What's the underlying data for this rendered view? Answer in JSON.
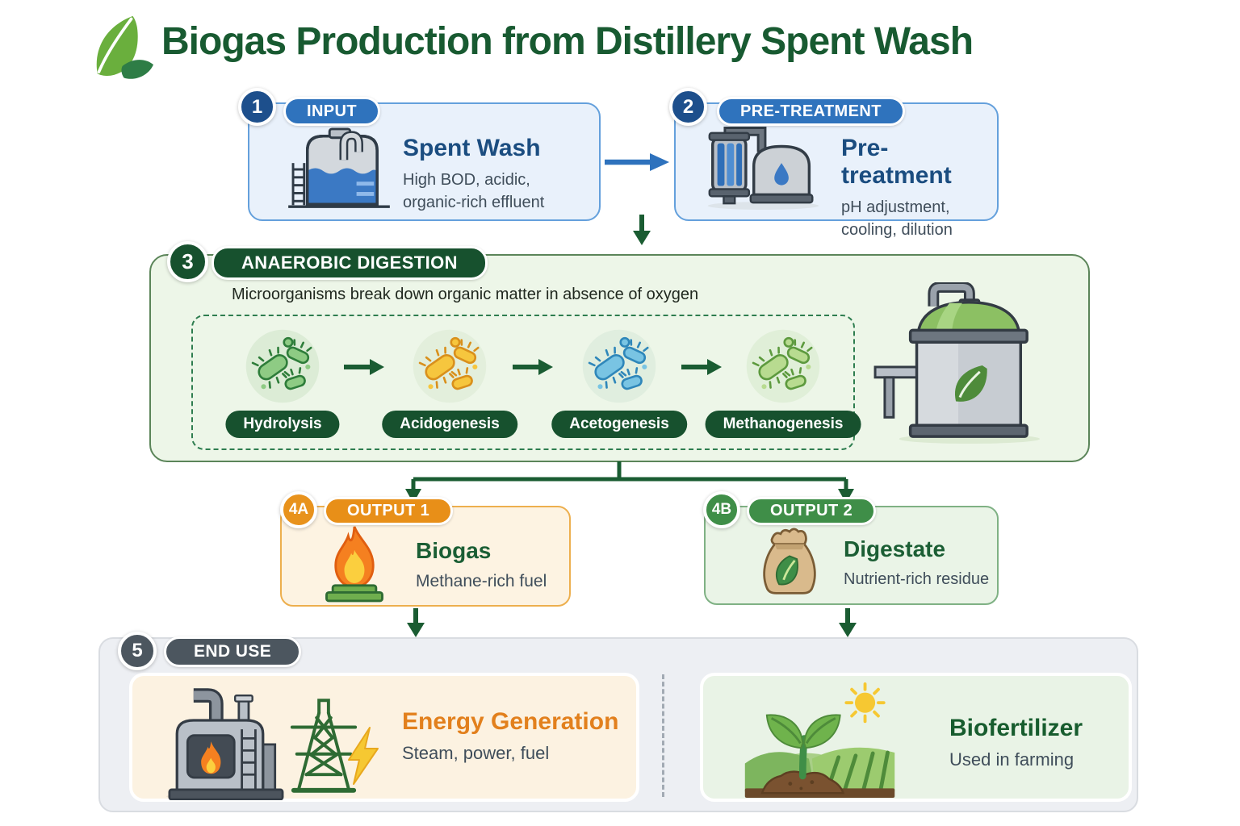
{
  "title": "Biogas Production from Distillery Spent Wash",
  "colors": {
    "title_green": "#185a31",
    "blue_accent": "#2f73bd",
    "dark_blue_circle": "#1d4f8c",
    "digestion_green": "#17512e",
    "arrow_green": "#1a5c32",
    "output1_orange": "#e8921c",
    "output2_green": "#3f8e48",
    "enduse_slate": "#4c565f",
    "energy_orange": "#e2801d"
  },
  "steps": {
    "input": {
      "number": "1",
      "badge": "INPUT",
      "heading": "Spent Wash",
      "line1": "High BOD, acidic,",
      "line2": "organic-rich effluent",
      "icon": "storage-tank-icon"
    },
    "pretreatment": {
      "number": "2",
      "badge": "PRE-TREATMENT",
      "heading": "Pre-treatment",
      "line1": "pH adjustment,",
      "line2": "cooling, dilution",
      "icon": "filter-and-tank-icon"
    },
    "digestion": {
      "number": "3",
      "badge": "ANAEROBIC DIGESTION",
      "subtitle": "Microorganisms break down organic matter in absence of oxygen",
      "stages": [
        {
          "label": "Hydrolysis",
          "icon": "green-microbes-icon"
        },
        {
          "label": "Acidogenesis",
          "icon": "yellow-microbes-icon"
        },
        {
          "label": "Acetogenesis",
          "icon": "blue-microbes-icon"
        },
        {
          "label": "Methanogenesis",
          "icon": "lightgreen-microbes-icon"
        }
      ],
      "icon": "digester-tank-icon"
    },
    "output1": {
      "number": "4A",
      "badge": "OUTPUT 1",
      "heading": "Biogas",
      "line1": "Methane-rich fuel",
      "icon": "flame-icon"
    },
    "output2": {
      "number": "4B",
      "badge": "OUTPUT 2",
      "heading": "Digestate",
      "line1": "Nutrient-rich residue",
      "icon": "fertilizer-sack-icon"
    },
    "enduse": {
      "number": "5",
      "badge": "END USE",
      "energy": {
        "heading": "Energy Generation",
        "line1": "Steam, power, fuel",
        "icons": [
          "boiler-icon",
          "transmission-tower-icon",
          "lightning-bolt-icon"
        ]
      },
      "biofertilizer": {
        "heading": "Biofertilizer",
        "line1": "Used in farming",
        "icons": [
          "farm-seedling-icon"
        ]
      }
    }
  }
}
